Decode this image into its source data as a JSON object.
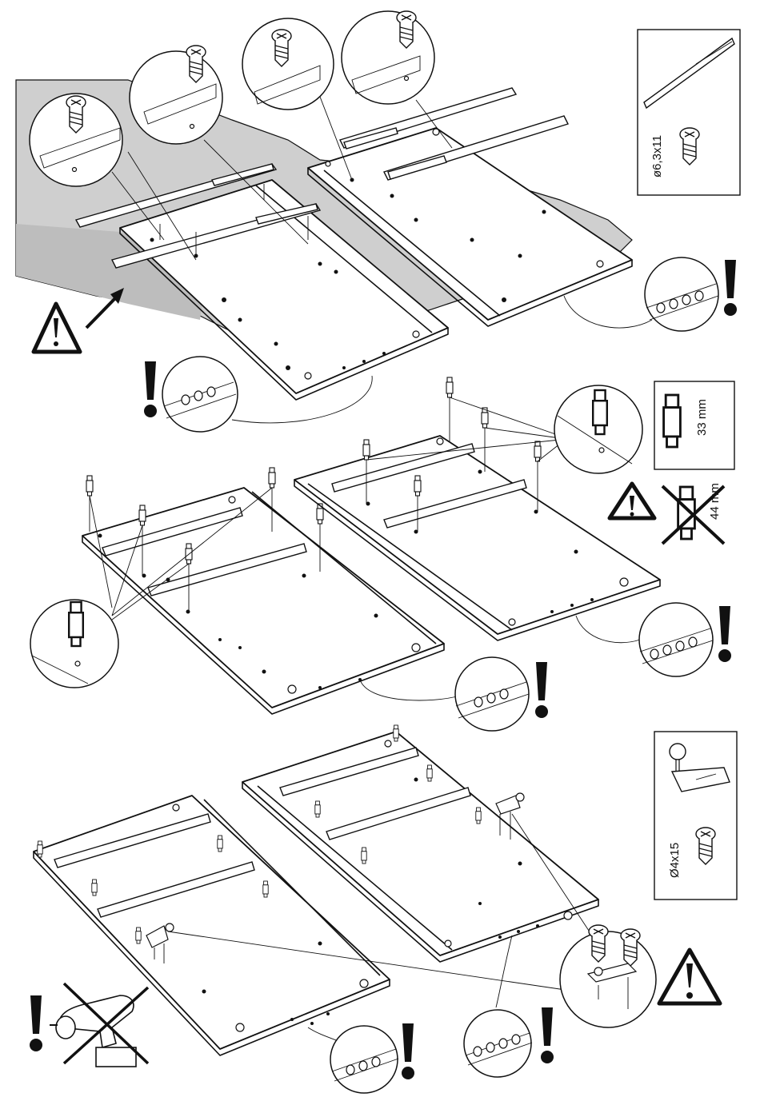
{
  "labels": {
    "screw_size_step1": "ø6,3x11",
    "dowel_length_ok": "33 mm",
    "dowel_length_wrong": "44 mm",
    "screw_size_step3": "Ø4x15"
  },
  "icons": {
    "warning": "warning-triangle-icon",
    "attention": "exclamation-icon",
    "no_power_drill": "no-power-drill-icon"
  },
  "colors": {
    "line": "#111111",
    "floor_mat": "#cfcfcf",
    "paper": "#ffffff"
  }
}
